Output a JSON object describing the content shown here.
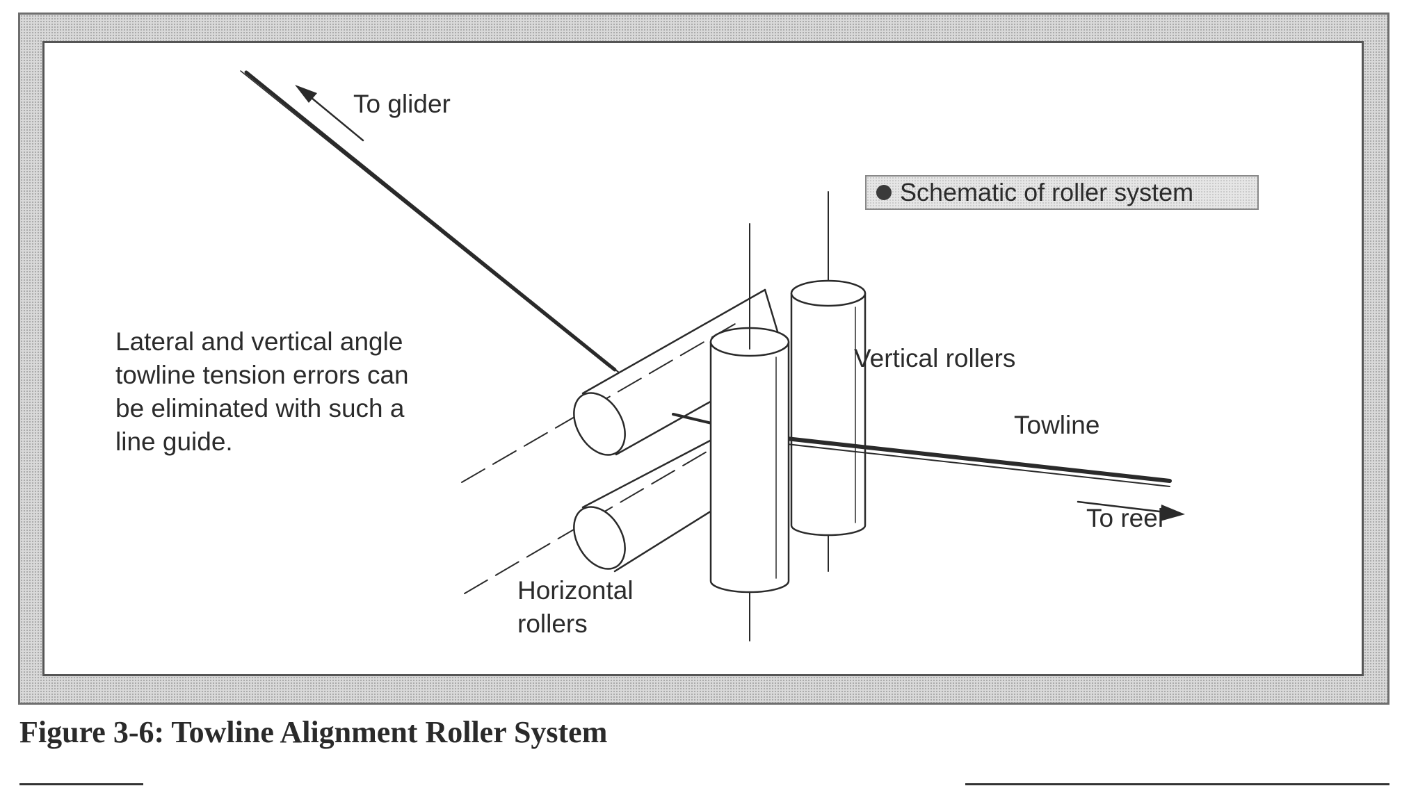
{
  "figure": {
    "legend": "Schematic of roller system",
    "labels": {
      "to_glider": "To glider",
      "vertical_rollers": "Vertical  rollers",
      "towline": "Towline",
      "to_reel": "To reel",
      "horizontal_rollers_line1": "Horizontal",
      "horizontal_rollers_line2": "rollers"
    },
    "description_lines": [
      "Lateral and vertical angle",
      "towline tension errors can",
      "be eliminated with such a",
      "line guide."
    ]
  },
  "caption": "Figure 3-6: Towline Alignment Roller System"
}
